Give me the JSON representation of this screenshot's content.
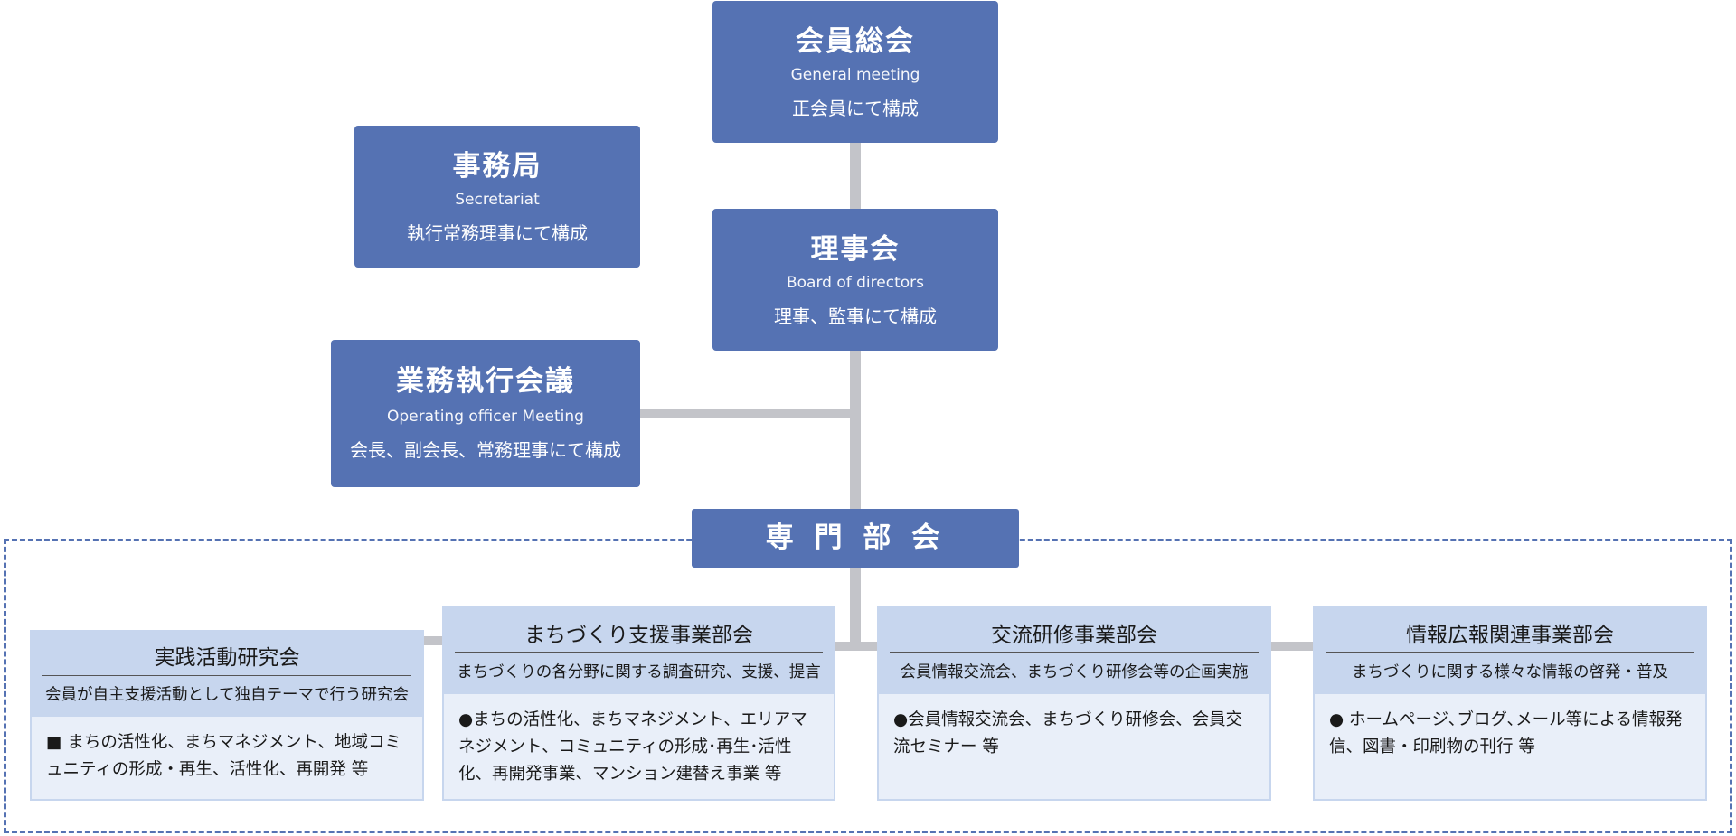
{
  "general_meeting": {
    "title": "会員総会",
    "english": "General meeting",
    "desc": "正会員にて構成"
  },
  "secretariat": {
    "title": "事務局",
    "english": "Secretariat",
    "desc": "執行常務理事にて構成"
  },
  "board": {
    "title": "理事会",
    "english": "Board of directors",
    "desc": "理事、監事にて構成"
  },
  "operating_meeting": {
    "title": "業務執行会議",
    "english": "Operating officer Meeting",
    "desc": "会長、副会長、常務理事にて構成"
  },
  "specialized": {
    "title": "専 門 部 会"
  },
  "subcommittees": [
    {
      "name": "実践活動研究会",
      "sub": "会員が自主支援活動として独自テーマで行う研究会",
      "body": "■ まちの活性化、まちマネジメント、地域コミュニティの形成・再生、活性化、再開発 等"
    },
    {
      "name": "まちづくり支援事業部会",
      "sub": "まちづくりの各分野に関する調査研究、支援、提言",
      "body": "●まちの活性化、まちマネジメント、エリアマネジメント、コミュニティの形成･再生･活性化、再開発事業、マンション建替え事業 等"
    },
    {
      "name": "交流研修事業部会",
      "sub": "会員情報交流会、まちづくり研修会等の企画実施",
      "body": "●会員情報交流会、まちづくり研修会、会員交流セミナー 等"
    },
    {
      "name": "情報広報関連事業部会",
      "sub": "まちづくりに関する様々な情報の啓発・普及",
      "body": "● ホームページ､ブログ､メール等による情報発信、図書・印刷物の刊行 等"
    }
  ]
}
